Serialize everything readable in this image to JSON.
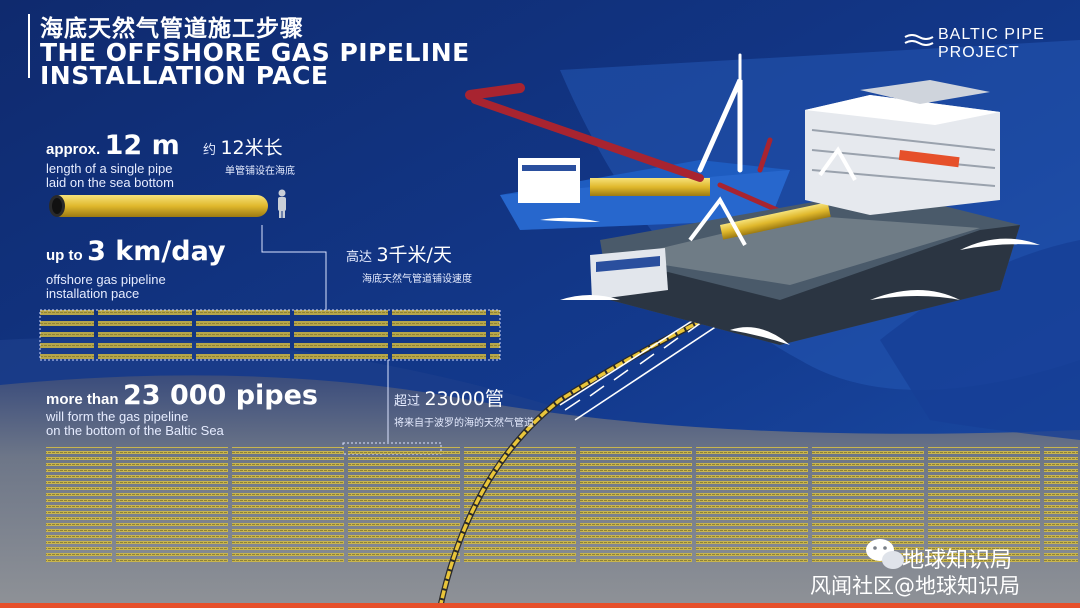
{
  "header": {
    "title_cn": "海底天然气管道施工步骤",
    "title_en_line1": "THE OFFSHORE GAS PIPELINE",
    "title_en_line2": "INSTALLATION PACE"
  },
  "logo": {
    "line1": "BALTIC PIPE",
    "line2": "PROJECT",
    "icon": "waves-icon"
  },
  "fact_pipe_length": {
    "lead_small": "approx.",
    "lead_big": "12 m",
    "desc_line1": "length of a single pipe",
    "desc_line2": "laid on the sea bottom",
    "cn_prefix": "约",
    "cn_big": "12米长",
    "cn_small": "单管铺设在海底"
  },
  "fact_pace": {
    "lead_small": "up to",
    "lead_big": "3 km/day",
    "desc_line1": "offshore gas pipeline",
    "desc_line2": "installation pace",
    "cn_prefix": "高达",
    "cn_big": "3千米/天",
    "cn_small": "海底天然气管道铺设速度"
  },
  "fact_count": {
    "lead_small": "more than",
    "lead_big": "23 000 pipes",
    "desc_line1": "will form the gas pipeline",
    "desc_line2": "on the bottom of the Baltic Sea",
    "cn_prefix": "超过",
    "cn_big": "23000管",
    "cn_small": "将来自于波罗的海的天然气管道"
  },
  "watermark": {
    "line1": "地球知识局",
    "line2": "风闻社区@地球知识局"
  },
  "colors": {
    "sea_dark": "#0d2a6b",
    "sea_mid": "#1f4ea8",
    "pipe_yellow": "#e9c53a",
    "crane_red": "#a82430",
    "seabed_grey": "#8a8f96",
    "accent_orange": "#e6502a"
  }
}
